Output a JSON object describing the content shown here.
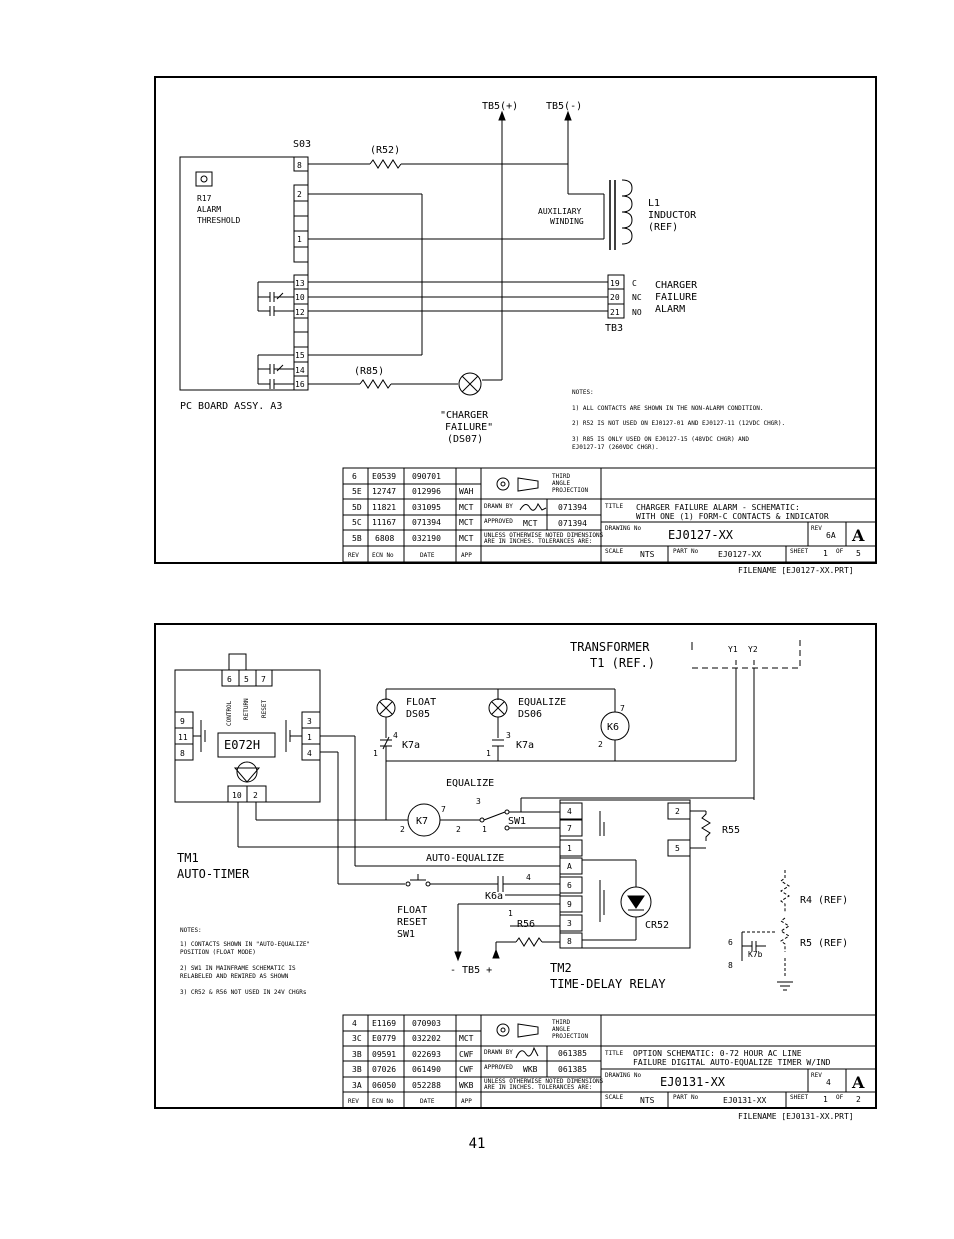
{
  "page_number": "41",
  "sheet1": {
    "tb5_pos": "TB5(+)",
    "tb5_neg": "TB5(-)",
    "s03": "S03",
    "r52": "(R52)",
    "r85": "(R85)",
    "r17": [
      "R17",
      "ALARM",
      "THRESHOLD"
    ],
    "pins_top": [
      "8",
      "2",
      "1"
    ],
    "pins_bottom": [
      "13",
      "10",
      "12",
      "15",
      "14",
      "16"
    ],
    "aux_winding": [
      "AUXILIARY",
      "WINDING"
    ],
    "inductor": [
      "L1",
      "INDUCTOR",
      "(REF)"
    ],
    "tb3_terms": [
      "19",
      "20",
      "21"
    ],
    "tb3_letters": [
      "C",
      "NC",
      "NO"
    ],
    "charger_failure_alarm": [
      "CHARGER",
      "FAILURE",
      "ALARM"
    ],
    "tb3": "TB3",
    "pc_board": "PC BOARD ASSY. A3",
    "lamp_label": [
      "\"CHARGER",
      "FAILURE\"",
      "(DS07)"
    ],
    "notes_title": "NOTES:",
    "notes": [
      "1) ALL CONTACTS ARE SHOWN IN THE NON-ALARM CONDITION.",
      "2) R52 IS NOT USED ON EJ0127-01 AND EJ0127-11 (12VDC CHGR).",
      "3) R85 IS ONLY USED ON EJ0127-15 (48VDC CHGR) AND",
      "   EJ0127-17 (260VDC CHGR)."
    ],
    "revisions": [
      [
        "6",
        "E0539",
        "090701",
        ""
      ],
      [
        "5E",
        "12747",
        "012996",
        "WAH"
      ],
      [
        "5D",
        "11821",
        "031095",
        "MCT"
      ],
      [
        "5C",
        "11167",
        "071394",
        "MCT"
      ],
      [
        "5B",
        "6808",
        "032190",
        "MCT"
      ]
    ],
    "rev_headers": [
      "REV",
      "ECN No",
      "DATE",
      "APP"
    ],
    "third_angle": [
      "THIRD",
      "ANGLE",
      "PROJECTION"
    ],
    "drawn_by_label": "DRAWN BY",
    "drawn_by_date": "071394",
    "approved_label": "APPROVED",
    "approved_by": "MCT",
    "approved_date": "071394",
    "tolerance": [
      "UNLESS OTHERWISE NOTED DIMENSIONS",
      "ARE IN INCHES. TOLERANCES ARE:"
    ],
    "title_label": "TITLE",
    "title": [
      "CHARGER FAILURE ALARM - SCHEMATIC:",
      "WITH ONE (1) FORM-C CONTACTS & INDICATOR"
    ],
    "drawing_label": "DRAWING No",
    "drawing_no": "EJ0127-XX",
    "rev_label": "REV",
    "rev": "6A",
    "size": "A",
    "scale_label": "SCALE",
    "scale": "NTS",
    "part_label": "PART No",
    "part_no": "EJ0127-XX",
    "sheet_label": "SHEET",
    "sheet": "1",
    "of_label": "OF",
    "of": "5",
    "filename": "FILENAME [EJ0127-XX.PRT]"
  },
  "sheet2": {
    "transformer": [
      "TRANSFORMER",
      "T1 (REF.)"
    ],
    "y1": "Y1",
    "y2": "Y2",
    "top_pins": [
      "6",
      "5",
      "7"
    ],
    "vert_labels": [
      "CONTROL",
      "RETURN",
      "RESET"
    ],
    "left_pins": [
      "9",
      "11",
      "8"
    ],
    "right_pins": [
      "3",
      "1",
      "4"
    ],
    "e072h": "E072H",
    "bottom_pins": [
      "10",
      "2"
    ],
    "float": [
      "FLOAT",
      "DS05"
    ],
    "equalize_lamp": [
      "EQUALIZE",
      "DS06"
    ],
    "k7a": "K7a",
    "k6": "K6",
    "equalize": "EQUALIZE",
    "k7": "K7",
    "sw1": "SW1",
    "auto_equalize": "AUTO-EQUALIZE",
    "k6a": "K6a",
    "float_reset": [
      "FLOAT",
      "RESET",
      "SW1"
    ],
    "r56": "R56",
    "tm1": [
      "TM1",
      "AUTO-TIMER"
    ],
    "tb5": "- TB5 +",
    "tm2": [
      "TM2",
      "TIME-DELAY RELAY"
    ],
    "tm2_pins_left": [
      "4",
      "7",
      "1",
      "A",
      "6",
      "9",
      "3",
      "8"
    ],
    "tm2_pins_right": [
      "2",
      "5"
    ],
    "r55": "R55",
    "cr52": "CR52",
    "r4": "R4 (REF)",
    "r5": "R5 (REF)",
    "k7b": "K7b",
    "num_labels": {
      "n6": "6",
      "n8": "8",
      "n4": "4",
      "n3": "3",
      "n1": "1",
      "n7": "7",
      "n2": "2"
    },
    "notes_title": "NOTES:",
    "notes": [
      "1) CONTACTS SHOWN IN \"AUTO-EQUALIZE\"",
      "   POSITION (FLOAT MODE)",
      "2) SW1 IN MAINFRAME SCHEMATIC IS",
      "   RELABELED AND REWIRED AS SHOWN",
      "3) CR52 & R56 NOT USED IN 24V CHGRs"
    ],
    "revisions": [
      [
        "4",
        "E1169",
        "070903",
        ""
      ],
      [
        "3C",
        "E0779",
        "032202",
        "MCT"
      ],
      [
        "3B",
        "09591",
        "022693",
        "CWF"
      ],
      [
        "3B",
        "07026",
        "061490",
        "CWF"
      ],
      [
        "3A",
        "06050",
        "052288",
        "WKB"
      ]
    ],
    "drawn_by_date": "061385",
    "approved_by": "WKB",
    "approved_date": "061385",
    "title": [
      "OPTION SCHEMATIC: 0-72 HOUR AC LINE",
      "FAILURE DIGITAL AUTO-EQUALIZE TIMER W/IND"
    ],
    "drawing_no": "EJ0131-XX",
    "rev": "4",
    "size": "A",
    "scale": "NTS",
    "part_no": "EJ0131-XX",
    "sheet": "1",
    "of": "2",
    "filename": "FILENAME [EJ0131-XX.PRT]"
  }
}
